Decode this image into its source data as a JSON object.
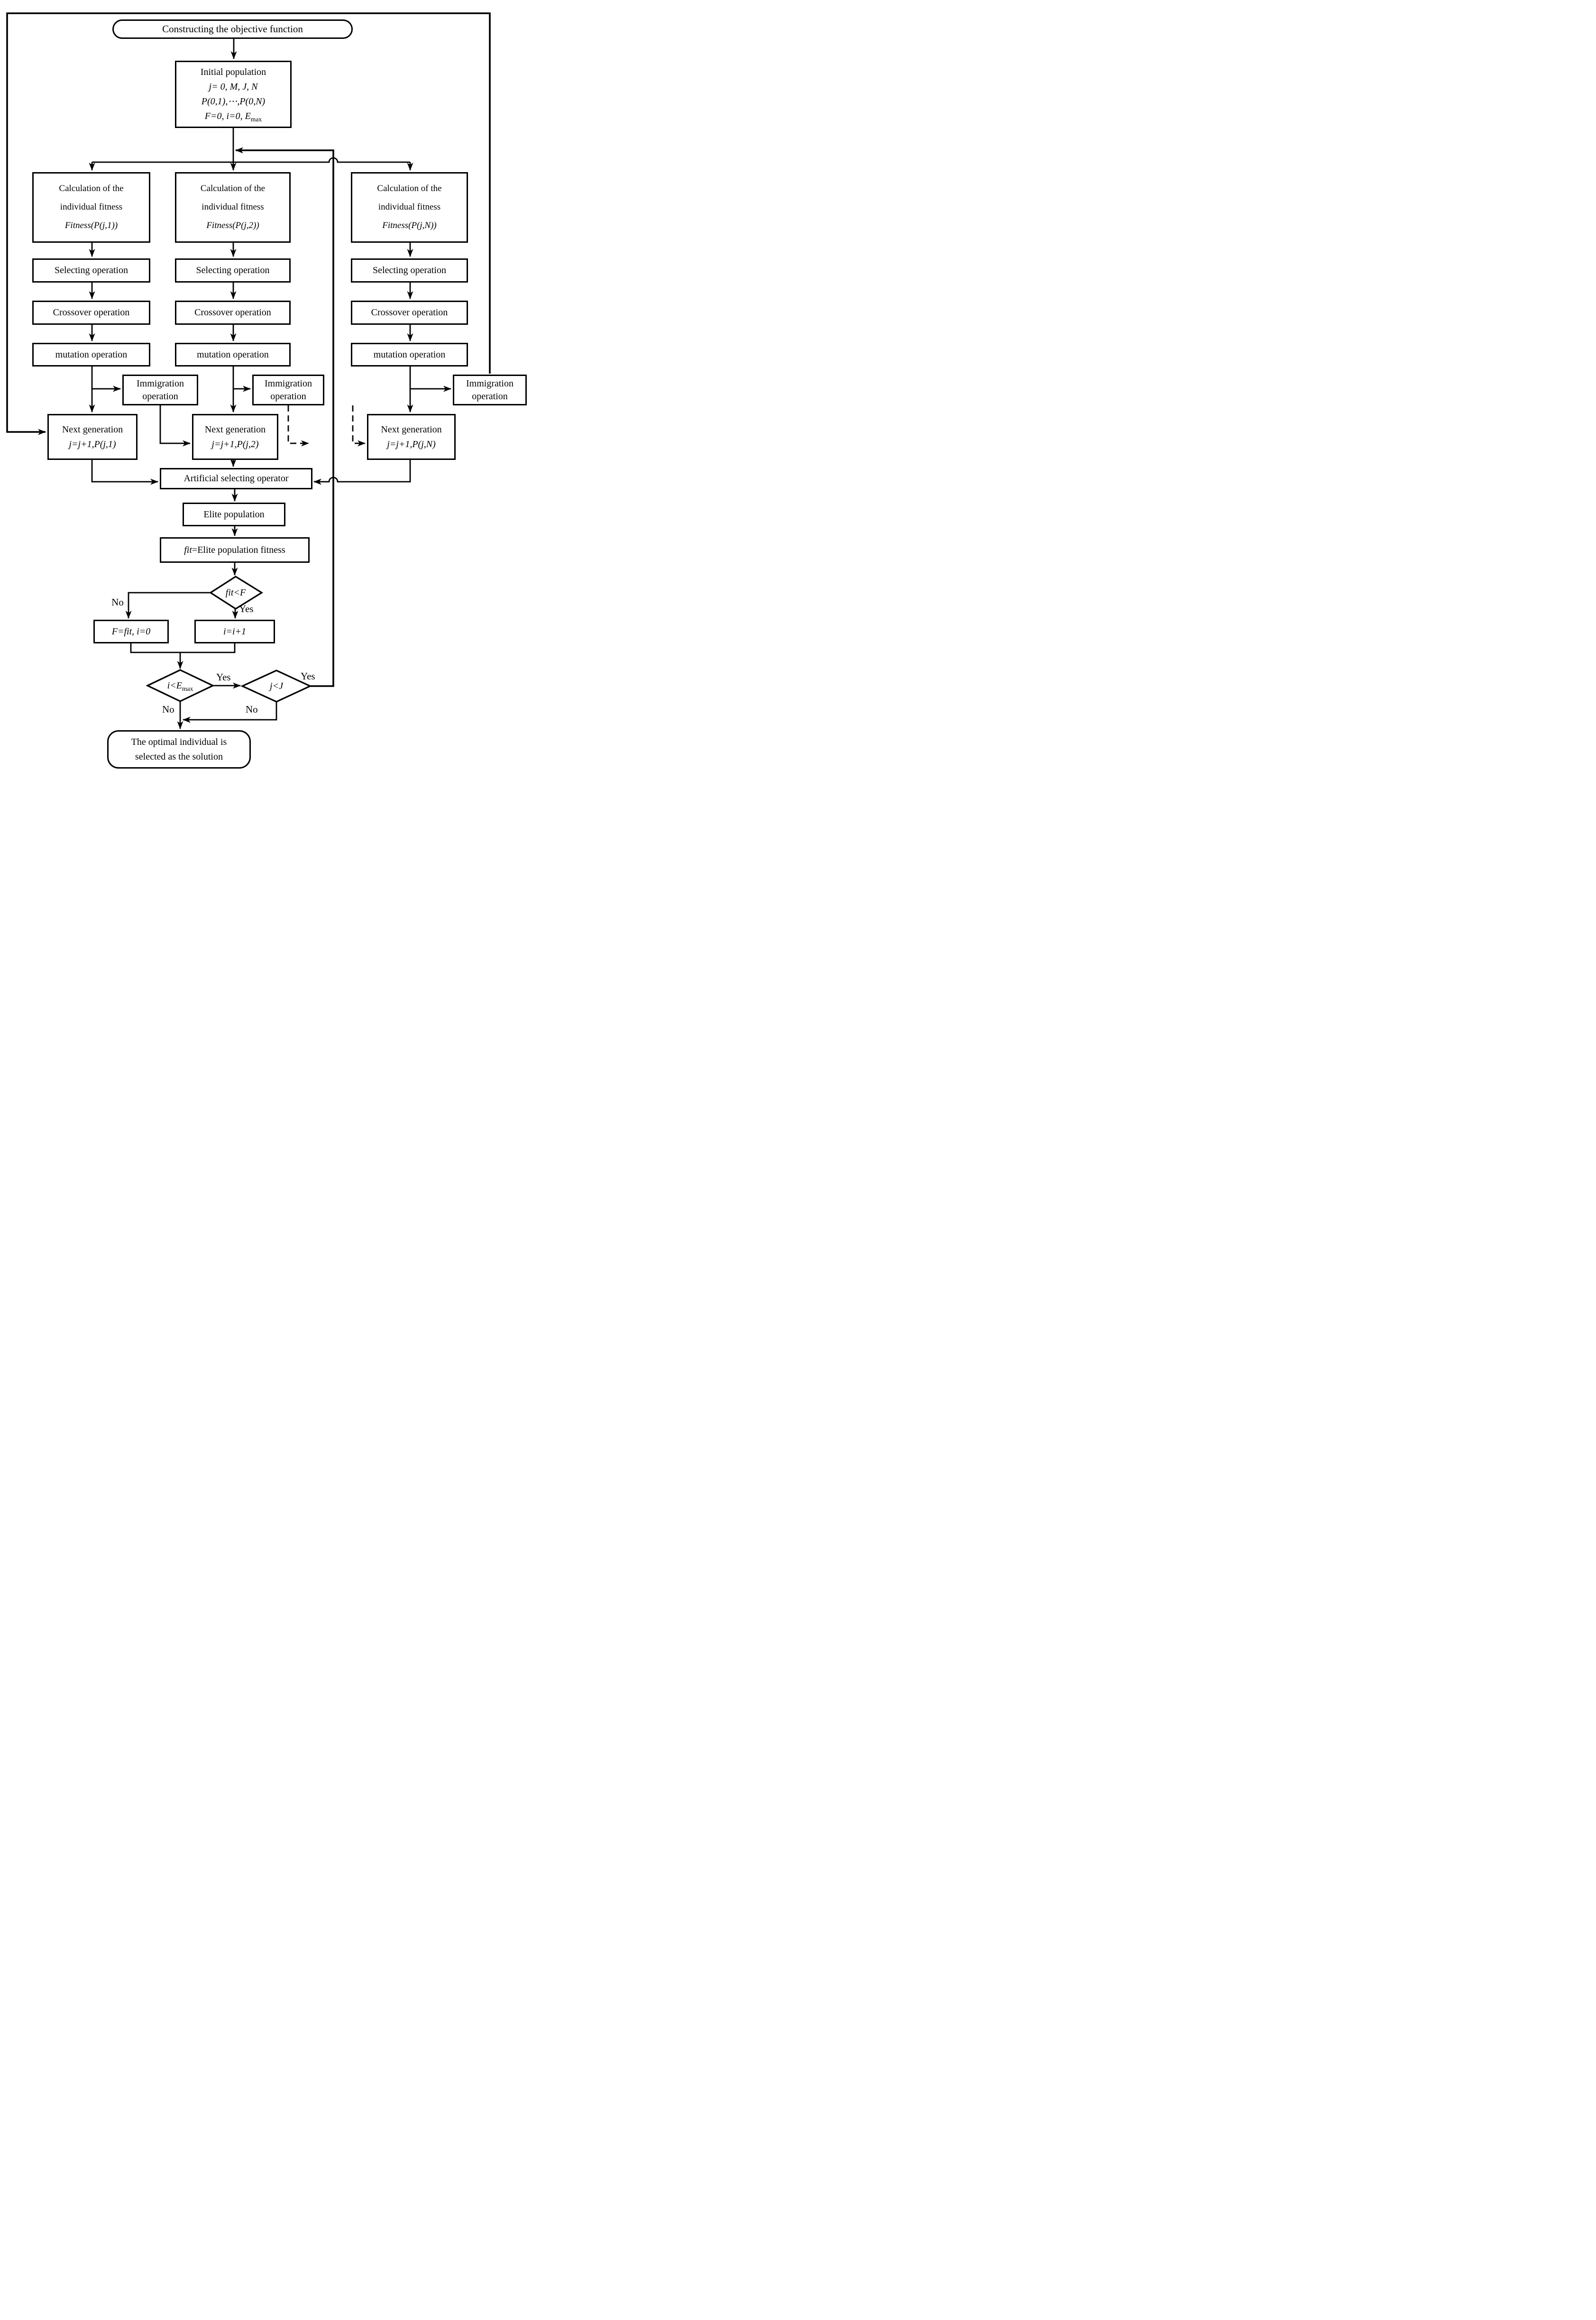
{
  "diagram": {
    "start": "Constructing the objective function",
    "initial_population": {
      "l1": "Initial population",
      "l2": "j= 0, M,  J, N",
      "l3": "P(0,1),⋯,P(0,N)",
      "l4a": "F=0, i=0, E",
      "l4sub": "max"
    },
    "columns": [
      {
        "calc1": "Calculation of the",
        "calc2": "individual fitness",
        "calc3": "Fitness(P(j,1))",
        "select": "Selecting operation",
        "crossover": "Crossover operation",
        "mutation": "mutation operation",
        "imm1": "Immigration",
        "imm2": "operation",
        "next1": "Next generation",
        "next2": "j=j+1,P(j,1)"
      },
      {
        "calc1": "Calculation of the",
        "calc2": "individual fitness",
        "calc3": "Fitness(P(j,2))",
        "select": "Selecting operation",
        "crossover": "Crossover operation",
        "mutation": "mutation operation",
        "imm1": "Immigration",
        "imm2": "operation",
        "next1": "Next generation",
        "next2": "j=j+1,P(j,2)"
      },
      {
        "calc1": "Calculation of the",
        "calc2": "individual fitness",
        "calc3": "Fitness(P(j,N))",
        "select": "Selecting operation",
        "crossover": "Crossover operation",
        "mutation": "mutation operation",
        "imm1": "Immigration",
        "imm2": "operation",
        "next1": "Next generation",
        "next2": "j=j+1,P(j,N)"
      }
    ],
    "artificial": "Artificial selecting operator",
    "elite": "Elite population",
    "fitness_assign": {
      "a": "fit",
      "b": "=Elite population fitness"
    },
    "decision_fit": "fit<F",
    "f_reset": "F=fit, i=0",
    "i_increment": "i=i+1",
    "decision_e": {
      "a": "i<E",
      "sub": "max"
    },
    "decision_j": "j<J",
    "end": {
      "l1": "The optimal individual is",
      "l2": "selected as the solution"
    },
    "labels": {
      "no_fit": "No",
      "yes_fit": "Yes",
      "yes_e": "Yes",
      "yes_j": "Yes",
      "no_e": "No",
      "no_j": "No"
    },
    "colors": {
      "ink": "#000000",
      "paper": "#ffffff"
    }
  }
}
